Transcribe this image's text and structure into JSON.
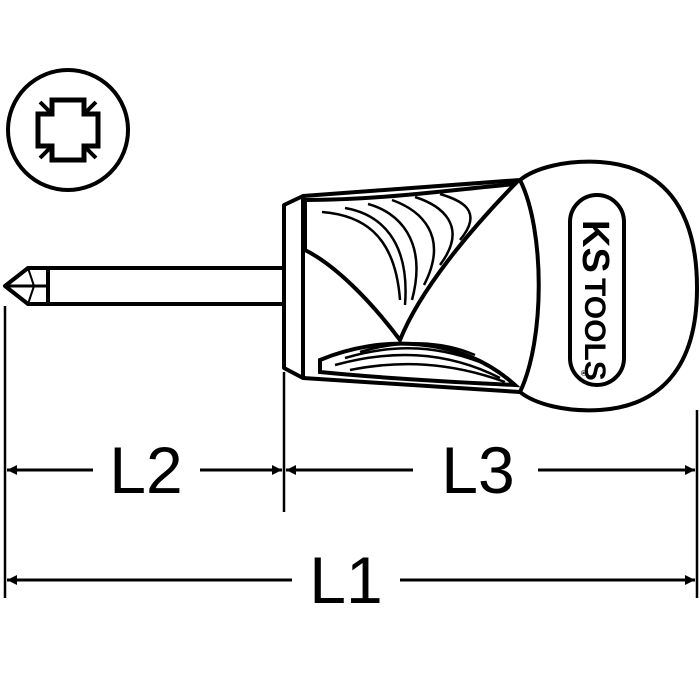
{
  "drawing": {
    "tip_profile": "pozidriv-cross-icon",
    "brand_logo": "KS TOOLS",
    "dimensions": {
      "l1_label": "L1",
      "l2_label": "L2",
      "l3_label": "L3"
    }
  }
}
